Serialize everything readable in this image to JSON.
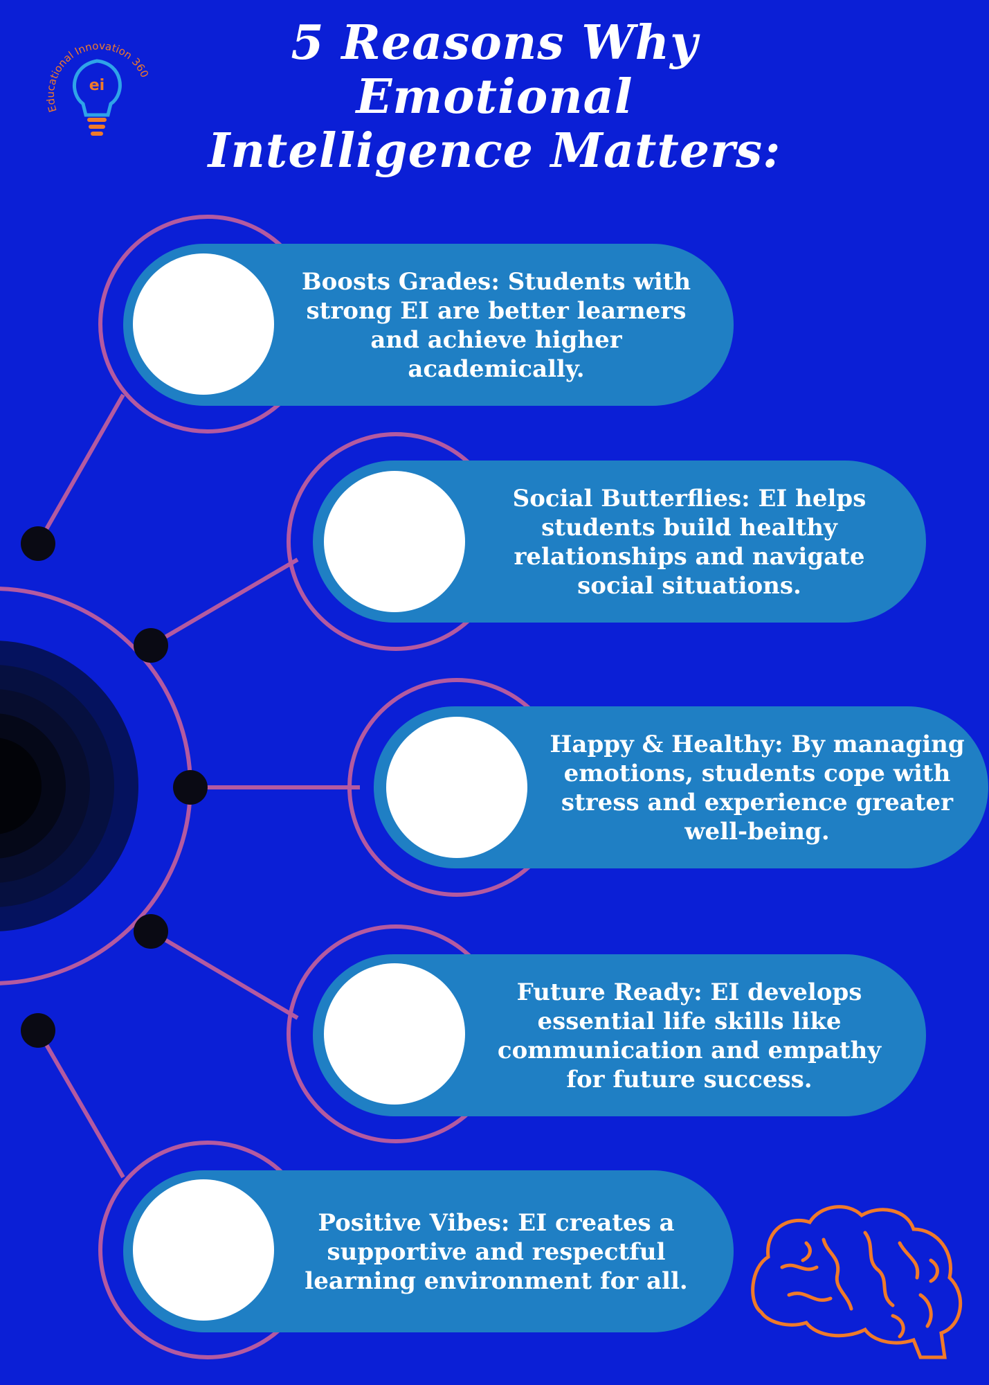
{
  "title": {
    "line1": "5 Reasons Why",
    "line2": "Emotional",
    "line3": "Intelligence Matters:"
  },
  "logo": {
    "text": "Educational Innovation 360",
    "icon": "lightbulb-icon"
  },
  "reasons": [
    {
      "text": "Boosts Grades: Students with strong EI are better learners and achieve higher academically."
    },
    {
      "text": "Social Butterflies: EI helps students build healthy relationships and navigate social situations."
    },
    {
      "text": "Happy & Healthy: By managing emotions, students cope with stress and experience greater well-being."
    },
    {
      "text": "Future Ready: EI develops essential life skills like communication and empathy for future success."
    },
    {
      "text": "Positive Vibes: EI creates a supportive and respectful learning environment for all."
    }
  ],
  "decor": {
    "brain_icon": "brain-icon",
    "colors": {
      "background": "#0b1fd6",
      "pill": "#1f7fc4",
      "ring": "#b45aa0",
      "accent": "#f07a2a",
      "node": "#0a0a14"
    }
  }
}
